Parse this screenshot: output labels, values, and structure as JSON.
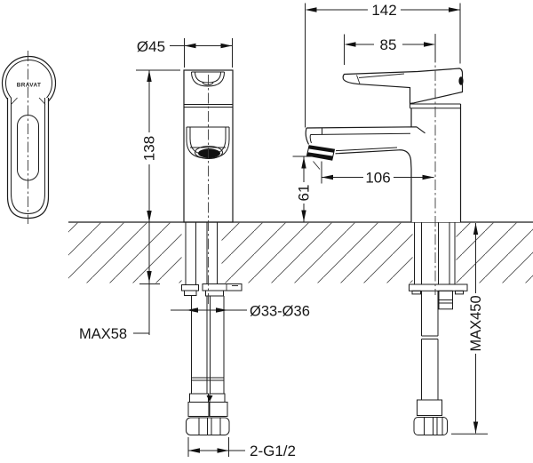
{
  "drawing": {
    "brand_label": "BRAVAT",
    "line_color": "#1c1c1c",
    "background": "#ffffff"
  },
  "dimensions": {
    "handle_top_diameter": "Ø45",
    "body_height": "138",
    "total_depth": "142",
    "handle_length": "85",
    "spout_reach": "106",
    "spout_outlet_height": "61",
    "max_deck_thickness": "MAX58",
    "mounting_hole_diameter": "Ø33-Ø36",
    "max_hose_length": "MAX450",
    "hose_thread": "2-G1/2"
  }
}
